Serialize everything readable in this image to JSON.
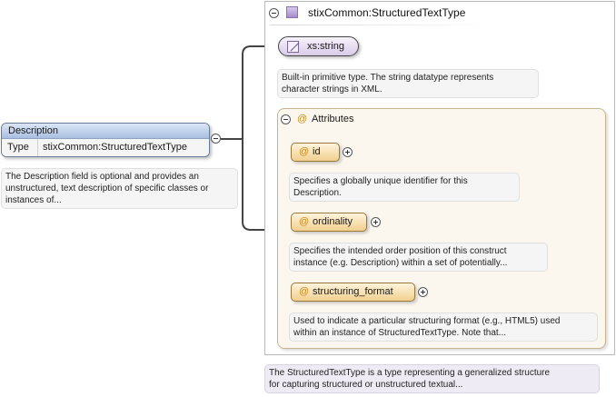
{
  "complex_type": {
    "title": "stixCommon:StructuredTextType",
    "doc": "The StructuredTextType is a type representing a generalized structure for capturing structured or unstructured textual...",
    "doc_lines": [
      "The StructuredTextType is a type representing a generalized structure",
      "for capturing structured or unstructured textual..."
    ]
  },
  "simple_content": {
    "label": "xs:string",
    "doc_lines": [
      "Built-in primitive type. The string datatype represents",
      "character strings in XML."
    ]
  },
  "attributes": {
    "title": "Attributes",
    "items": [
      {
        "name": "id",
        "doc_lines": [
          "Specifies a globally unique identifier for this",
          "Description."
        ]
      },
      {
        "name": "ordinality",
        "doc_lines": [
          "Specifies the intended order position of this construct",
          "instance (e.g. Description) within a set of potentially..."
        ]
      },
      {
        "name": "structuring_format",
        "doc_lines": [
          "Used to indicate a particular structuring format (e.g., HTML5) used",
          "within an instance of StructuredTextType. Note that..."
        ]
      }
    ]
  },
  "element": {
    "name": "Description",
    "type_key": "Type",
    "type_value": "stixCommon:StructuredTextType",
    "doc_lines": [
      "The Description field is optional and provides an",
      "unstructured, text description of specific classes or",
      "instances of..."
    ]
  },
  "symbols": {
    "attribute": "@"
  },
  "colors": {
    "element_header": "#a9bfe0",
    "complex_type_icon": "#a58cc9",
    "attribute_fill": "#f1cf8f",
    "attribute_border": "#c8b58f"
  },
  "icons": [
    "collapse-icon",
    "expand-icon",
    "complex-type-icon",
    "simple-type-icon",
    "attribute-icon"
  ]
}
